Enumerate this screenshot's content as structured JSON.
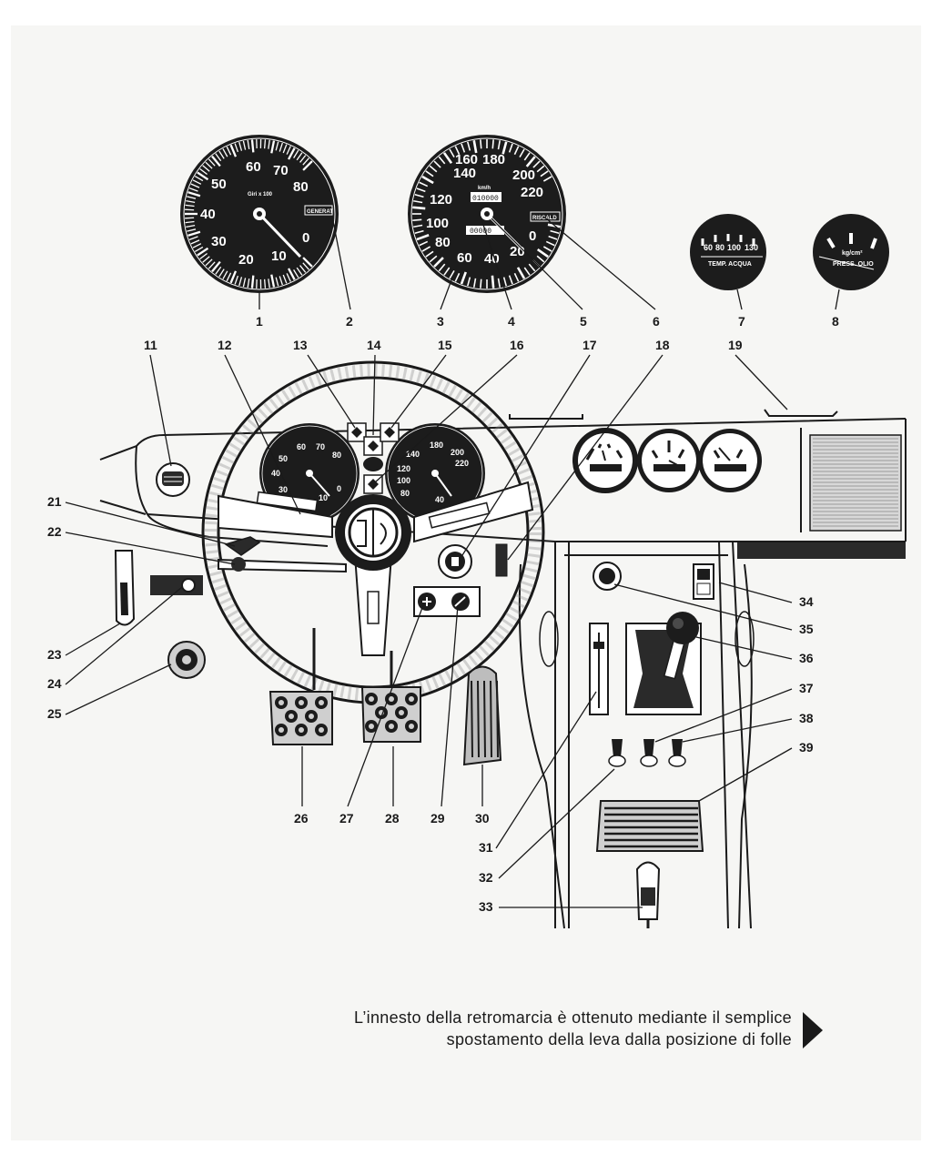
{
  "diagram": {
    "callouts": {
      "c1": "1",
      "c2": "2",
      "c3": "3",
      "c4": "4",
      "c5": "5",
      "c6": "6",
      "c7": "7",
      "c8": "8",
      "c11": "11",
      "c12": "12",
      "c13": "13",
      "c14": "14",
      "c15": "15",
      "c16": "16",
      "c17": "17",
      "c18": "18",
      "c19": "19",
      "c21": "21",
      "c22": "22",
      "c23": "23",
      "c24": "24",
      "c25": "25",
      "c26": "26",
      "c27": "27",
      "c28": "28",
      "c29": "29",
      "c30": "30",
      "c31": "31",
      "c32": "32",
      "c33": "33",
      "c34": "34",
      "c35": "35",
      "c36": "36",
      "c37": "37",
      "c38": "38",
      "c39": "39"
    },
    "tachometer": {
      "ticks": [
        "0",
        "10",
        "20",
        "30",
        "40",
        "50",
        "60",
        "70",
        "80"
      ],
      "unit": "Giri x 100",
      "indicator": "GENERAT"
    },
    "speedometer": {
      "ticks": [
        "20",
        "40",
        "60",
        "80",
        "100",
        "120",
        "140",
        "160",
        "180",
        "200",
        "220",
        "0"
      ],
      "unit": "km/h",
      "odometer": "010000",
      "trip": "00000",
      "indicator": "RISCALD"
    },
    "water_temp": {
      "ticks": [
        "60",
        "80",
        "100",
        "130"
      ],
      "label": "TEMP. ACQUA"
    },
    "oil_pressure": {
      "unit": "kg/cm²",
      "label": "PRESS. OLIO"
    },
    "dash_tach": {
      "ticks": [
        "50",
        "60",
        "70",
        "80",
        "40",
        "30",
        "10",
        "0"
      ]
    },
    "dash_speedo": {
      "ticks": [
        "140",
        "180",
        "200",
        "220",
        "120",
        "100",
        "80",
        "40"
      ]
    }
  },
  "caption": {
    "line1": "L’innesto della retromarcia è ottenuto mediante il semplice",
    "line2": "spostamento della leva dalla posizione di folle"
  }
}
